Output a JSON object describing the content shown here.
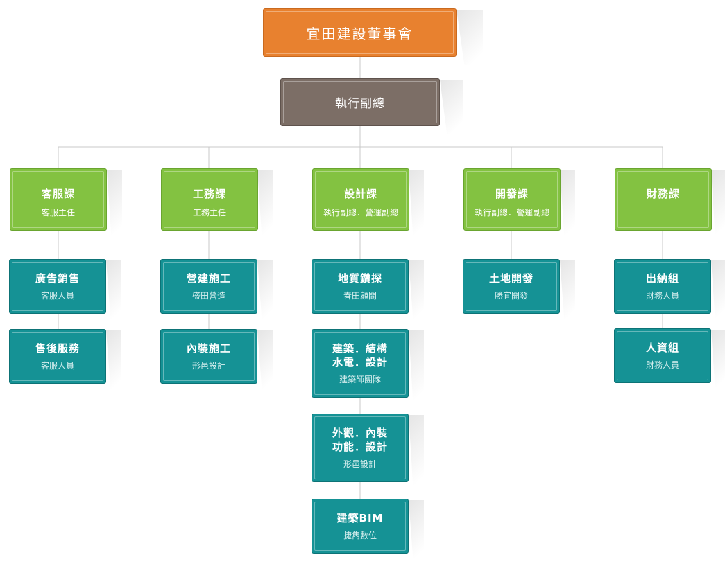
{
  "board": {
    "title": "宜田建設董事會"
  },
  "vp": {
    "title": "執行副總"
  },
  "departments": [
    {
      "title": "客服課",
      "lead": "客服主任"
    },
    {
      "title": "工務課",
      "lead": "工務主任"
    },
    {
      "title": "設計課",
      "lead": "執行副總．營運副總"
    },
    {
      "title": "開發課",
      "lead": "執行副總．營運副總"
    },
    {
      "title": "財務課",
      "lead": ""
    }
  ],
  "units": {
    "service": [
      {
        "title": "廣告銷售",
        "sub": "客服人員"
      },
      {
        "title": "售後服務",
        "sub": "客服人員"
      }
    ],
    "engineering": [
      {
        "title": "營建施工",
        "sub": "盛田營造"
      },
      {
        "title": "內裝施工",
        "sub": "形邑設計"
      }
    ],
    "design": [
      {
        "title": "地質鑽探",
        "sub": "春田顧問"
      },
      {
        "title": "建築．結構",
        "title2": "水電．設計",
        "sub": "建築師團隊"
      },
      {
        "title": "外觀．內裝",
        "title2": "功能．設計",
        "sub": "形邑設計"
      },
      {
        "title": "建築BIM",
        "sub": "捷雋數位"
      }
    ],
    "development": [
      {
        "title": "土地開發",
        "sub": "勝宜開發"
      }
    ],
    "finance": [
      {
        "title": "出納組",
        "sub": "財務人員"
      },
      {
        "title": "人資組",
        "sub": "財務人員"
      }
    ]
  },
  "colors": {
    "board": "#e8812f",
    "vp": "#7c6e66",
    "department": "#83c241",
    "unit": "#159295",
    "connector": "#c8c8c8"
  }
}
